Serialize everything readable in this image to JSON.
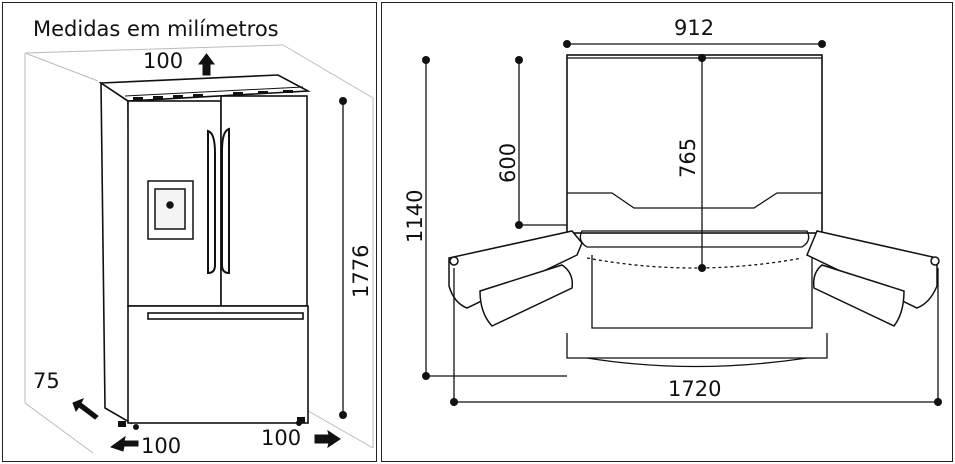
{
  "left_panel": {
    "title": "Medidas em milímetros",
    "clearance_top": "100",
    "clearance_back": "75",
    "clearance_left": "100",
    "clearance_right": "100",
    "height": "1776"
  },
  "right_panel": {
    "width": "912",
    "depth_body": "600",
    "depth_doors_closed": "765",
    "depth_doors_open": "1140",
    "width_doors_open": "1720"
  }
}
